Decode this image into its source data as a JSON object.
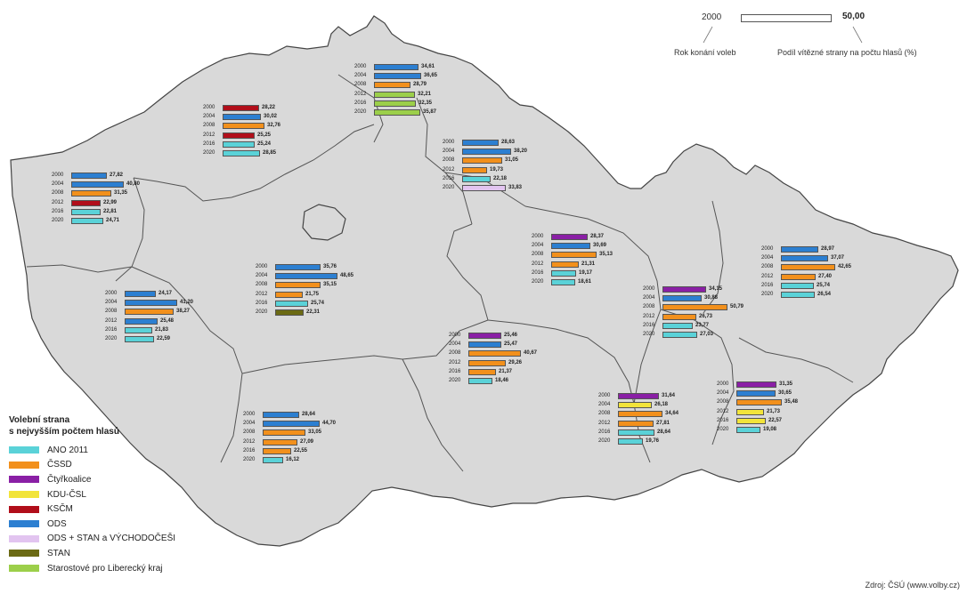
{
  "colors": {
    "ANO 2011": "#5ad2d8",
    "ČSSD": "#f2901c",
    "Čtyřkoalice": "#8a1fa5",
    "KDU-ČSL": "#f2e43a",
    "KSČM": "#b10e1a",
    "ODS": "#2c7fd1",
    "ODS + STAN a VÝCHODOČEŠI": "#e2c4f0",
    "STAN": "#6b6a14",
    "Starostové pro Liberecký kraj": "#9ccf4a"
  },
  "key": {
    "year": "2000",
    "value": "50,00",
    "label_year": "Rok konání voleb",
    "label_share": "Podíl vítězné strany na počtu hlasů (%)"
  },
  "legend": {
    "title_line1": "Volební strana",
    "title_line2": "s nejvyšším počtem hlasů",
    "items": [
      "ANO 2011",
      "ČSSD",
      "Čtyřkoalice",
      "KDU-ČSL",
      "KSČM",
      "ODS",
      "ODS + STAN a VÝCHODOČEŠI",
      "STAN",
      "Starostové pro Liberecký kraj"
    ]
  },
  "source": "Zdroj: ČSÚ (www.volby.cz)",
  "regions": [
    {
      "name": "karlovarsky",
      "rows": [
        {
          "year": "2000",
          "party": "ODS",
          "value": "27,82"
        },
        {
          "year": "2004",
          "party": "ODS",
          "value": "40,80"
        },
        {
          "year": "2008",
          "party": "ČSSD",
          "value": "31,35"
        },
        {
          "year": "2012",
          "party": "KSČM",
          "value": "22,99"
        },
        {
          "year": "2016",
          "party": "ANO 2011",
          "value": "22,81"
        },
        {
          "year": "2020",
          "party": "ANO 2011",
          "value": "24,71"
        }
      ]
    },
    {
      "name": "ustecky",
      "rows": [
        {
          "year": "2000",
          "party": "KSČM",
          "value": "28,22"
        },
        {
          "year": "2004",
          "party": "ODS",
          "value": "30,02"
        },
        {
          "year": "2008",
          "party": "ČSSD",
          "value": "32,76"
        },
        {
          "year": "2012",
          "party": "KSČM",
          "value": "25,25"
        },
        {
          "year": "2016",
          "party": "ANO 2011",
          "value": "25,24"
        },
        {
          "year": "2020",
          "party": "ANO 2011",
          "value": "28,85"
        }
      ]
    },
    {
      "name": "liberecky",
      "rows": [
        {
          "year": "2000",
          "party": "ODS",
          "value": "34,61"
        },
        {
          "year": "2004",
          "party": "ODS",
          "value": "36,65"
        },
        {
          "year": "2008",
          "party": "ČSSD",
          "value": "28,79"
        },
        {
          "year": "2012",
          "party": "Starostové pro Liberecký kraj",
          "value": "32,21"
        },
        {
          "year": "2016",
          "party": "Starostové pro Liberecký kraj",
          "value": "32,35"
        },
        {
          "year": "2020",
          "party": "Starostové pro Liberecký kraj",
          "value": "35,87"
        }
      ]
    },
    {
      "name": "kralovehradecky",
      "rows": [
        {
          "year": "2000",
          "party": "ODS",
          "value": "28,63"
        },
        {
          "year": "2004",
          "party": "ODS",
          "value": "38,20"
        },
        {
          "year": "2008",
          "party": "ČSSD",
          "value": "31,05"
        },
        {
          "year": "2012",
          "party": "ČSSD",
          "value": "19,73"
        },
        {
          "year": "2016",
          "party": "ANO 2011",
          "value": "22,18"
        },
        {
          "year": "2020",
          "party": "ODS + STAN a VÝCHODOČEŠI",
          "value": "33,83"
        }
      ]
    },
    {
      "name": "plzensky",
      "rows": [
        {
          "year": "2000",
          "party": "ODS",
          "value": "24,17"
        },
        {
          "year": "2004",
          "party": "ODS",
          "value": "41,20"
        },
        {
          "year": "2008",
          "party": "ČSSD",
          "value": "38,27"
        },
        {
          "year": "2012",
          "party": "ODS",
          "value": "25,48"
        },
        {
          "year": "2016",
          "party": "ANO 2011",
          "value": "21,83"
        },
        {
          "year": "2020",
          "party": "ANO 2011",
          "value": "22,59"
        }
      ]
    },
    {
      "name": "stredocesky",
      "rows": [
        {
          "year": "2000",
          "party": "ODS",
          "value": "35,76"
        },
        {
          "year": "2004",
          "party": "ODS",
          "value": "48,65"
        },
        {
          "year": "2008",
          "party": "ČSSD",
          "value": "35,15"
        },
        {
          "year": "2012",
          "party": "ČSSD",
          "value": "21,75"
        },
        {
          "year": "2016",
          "party": "ANO 2011",
          "value": "25,74"
        },
        {
          "year": "2020",
          "party": "STAN",
          "value": "22,31"
        }
      ]
    },
    {
      "name": "pardubicky",
      "rows": [
        {
          "year": "2000",
          "party": "Čtyřkoalice",
          "value": "28,37"
        },
        {
          "year": "2004",
          "party": "ODS",
          "value": "30,69"
        },
        {
          "year": "2008",
          "party": "ČSSD",
          "value": "35,13"
        },
        {
          "year": "2012",
          "party": "ČSSD",
          "value": "21,31"
        },
        {
          "year": "2016",
          "party": "ANO 2011",
          "value": "19,17"
        },
        {
          "year": "2020",
          "party": "ANO 2011",
          "value": "18,61"
        }
      ]
    },
    {
      "name": "olomoucky",
      "rows": [
        {
          "year": "2000",
          "party": "ODS",
          "value": "28,97"
        },
        {
          "year": "2004",
          "party": "ODS",
          "value": "37,07"
        },
        {
          "year": "2008",
          "party": "ČSSD",
          "value": "42,65"
        },
        {
          "year": "2012",
          "party": "ČSSD",
          "value": "27,40"
        },
        {
          "year": "2016",
          "party": "ANO 2011",
          "value": "25,74"
        },
        {
          "year": "2020",
          "party": "ANO 2011",
          "value": "26,54"
        }
      ]
    },
    {
      "name": "vysocina",
      "rows": [
        {
          "year": "2000",
          "party": "Čtyřkoalice",
          "value": "25,46"
        },
        {
          "year": "2004",
          "party": "ODS",
          "value": "25,47"
        },
        {
          "year": "2008",
          "party": "ČSSD",
          "value": "40,67"
        },
        {
          "year": "2012",
          "party": "ČSSD",
          "value": "29,26"
        },
        {
          "year": "2016",
          "party": "ČSSD",
          "value": "21,37"
        },
        {
          "year": "2020",
          "party": "ANO 2011",
          "value": "18,46"
        }
      ]
    },
    {
      "name": "moravskoslezsky",
      "rows": [
        {
          "year": "2000",
          "party": "Čtyřkoalice",
          "value": "34,15"
        },
        {
          "year": "2004",
          "party": "ODS",
          "value": "30,88"
        },
        {
          "year": "2008",
          "party": "ČSSD",
          "value": "50,79"
        },
        {
          "year": "2012",
          "party": "ČSSD",
          "value": "26,73"
        },
        {
          "year": "2016",
          "party": "ANO 2011",
          "value": "23,77"
        },
        {
          "year": "2020",
          "party": "ANO 2011",
          "value": "27,03"
        }
      ]
    },
    {
      "name": "jihocesky",
      "rows": [
        {
          "year": "2000",
          "party": "ODS",
          "value": "28,64"
        },
        {
          "year": "2004",
          "party": "ODS",
          "value": "44,70"
        },
        {
          "year": "2008",
          "party": "ČSSD",
          "value": "33,05"
        },
        {
          "year": "2012",
          "party": "ČSSD",
          "value": "27,09"
        },
        {
          "year": "2016",
          "party": "ČSSD",
          "value": "22,55"
        },
        {
          "year": "2020",
          "party": "ANO 2011",
          "value": "16,12"
        }
      ]
    },
    {
      "name": "jihomoravsky",
      "rows": [
        {
          "year": "2000",
          "party": "Čtyřkoalice",
          "value": "31,64"
        },
        {
          "year": "2004",
          "party": "KDU-ČSL",
          "value": "26,18"
        },
        {
          "year": "2008",
          "party": "ČSSD",
          "value": "34,64"
        },
        {
          "year": "2012",
          "party": "ČSSD",
          "value": "27,81"
        },
        {
          "year": "2016",
          "party": "ANO 2011",
          "value": "28,64"
        },
        {
          "year": "2020",
          "party": "ANO 2011",
          "value": "19,76"
        }
      ]
    },
    {
      "name": "zlinsky",
      "rows": [
        {
          "year": "2000",
          "party": "Čtyřkoalice",
          "value": "31,35"
        },
        {
          "year": "2004",
          "party": "ODS",
          "value": "30,65"
        },
        {
          "year": "2008",
          "party": "ČSSD",
          "value": "35,48"
        },
        {
          "year": "2012",
          "party": "KDU-ČSL",
          "value": "21,73"
        },
        {
          "year": "2016",
          "party": "KDU-ČSL",
          "value": "22,57"
        },
        {
          "year": "2020",
          "party": "ANO 2011",
          "value": "19,08"
        }
      ]
    }
  ]
}
